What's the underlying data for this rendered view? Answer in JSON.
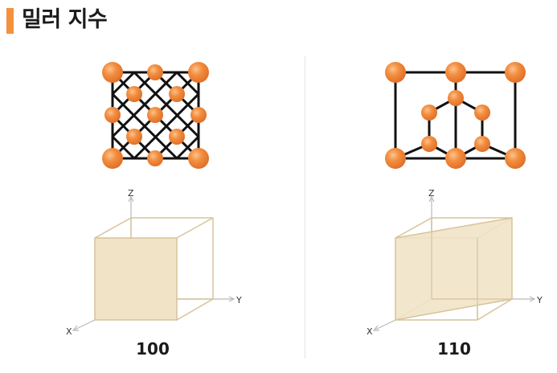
{
  "title": "밀러 지수",
  "colors": {
    "accent": "#f5913e",
    "atom": "#f08a3c",
    "plane_fill": "#f0e3c6",
    "plane_stroke": "#d7c39a",
    "axis": "#b9b9b9"
  },
  "panels": [
    {
      "index_label": "100",
      "axis_x": "X",
      "axis_y": "Y",
      "axis_z": "Z"
    },
    {
      "index_label": "110",
      "axis_x": "X",
      "axis_y": "Y",
      "axis_z": "Z"
    }
  ]
}
